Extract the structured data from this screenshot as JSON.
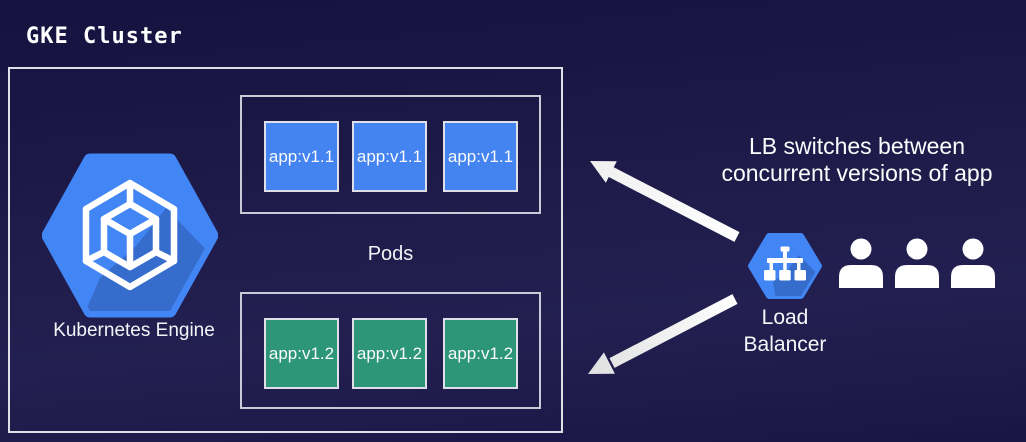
{
  "title": "GKE Cluster",
  "cluster": {
    "engine_label": "Kubernetes Engine",
    "pods_label": "Pods",
    "rows": [
      {
        "version": "v1.1",
        "color": "#4484f0",
        "pods": [
          "app:v1.1",
          "app:v1.1",
          "app:v1.1"
        ]
      },
      {
        "version": "v1.2",
        "color": "#2d9679",
        "pods": [
          "app:v1.2",
          "app:v1.2",
          "app:v1.2"
        ]
      }
    ]
  },
  "load_balancer": {
    "label_line1": "Load",
    "label_line2": "Balancer"
  },
  "annotation": {
    "line1": "LB switches between",
    "line2": "concurrent versions of app"
  },
  "users": {
    "count": 3
  },
  "icons": {
    "kubernetes_engine": "gcp-hexagon-cube-icon",
    "load_balancer": "gcp-hexagon-network-icon",
    "user": "person-silhouette-icon",
    "arrow": "thick-white-arrow-icon"
  },
  "colors": {
    "background_top": "#161240",
    "background_mid": "#232051",
    "background_bottom": "#191543",
    "gcp_hexagon_blue": "#4285f4",
    "pod_blue": "#4484f0",
    "pod_teal": "#2d9679",
    "border_light": "#e0dfe8",
    "arrow_white": "#f4f4f4",
    "text_white": "#ffffff"
  }
}
